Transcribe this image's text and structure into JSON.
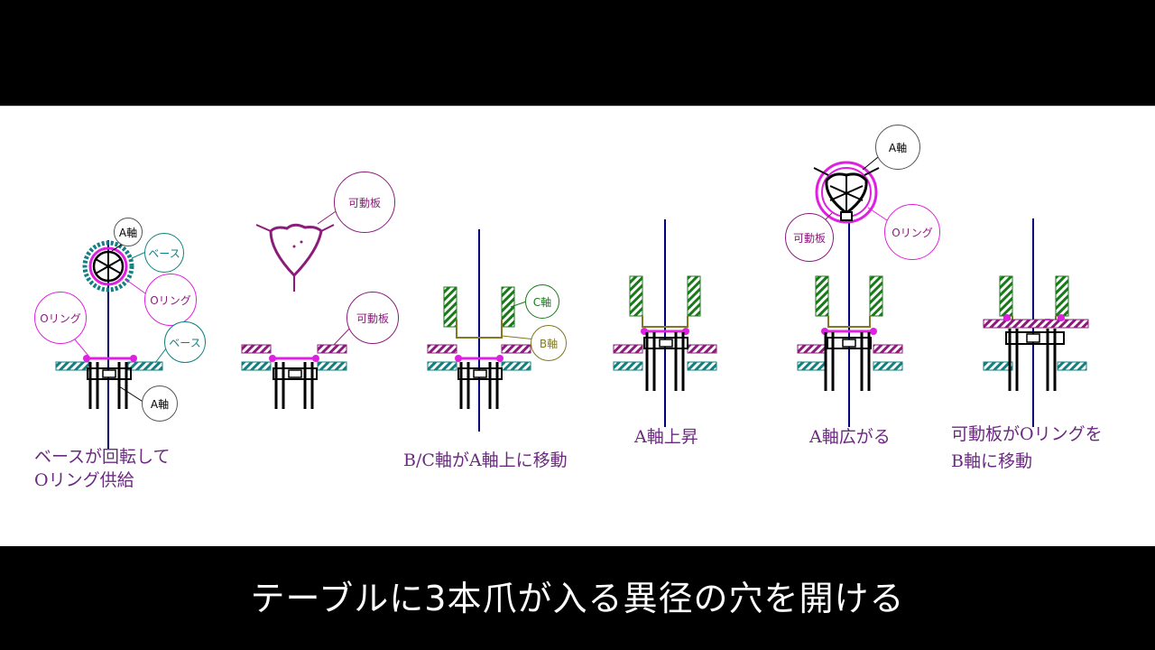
{
  "subtitle": "テーブルに3本爪が入る異径の穴を開ける",
  "colors": {
    "shaft": "#000080",
    "base_hatch": "#128080",
    "plate_hatch": "#8b1c7a",
    "claw_hatch": "#1a7a1a",
    "oring": "#e020e0",
    "bracket": "#807a20"
  },
  "steps": [
    {
      "caption_lines": [
        "ベースが回転して",
        "Oリング供給"
      ]
    },
    {
      "caption_lines": []
    },
    {
      "caption_lines": [
        "B/C軸がA軸上に移動"
      ]
    },
    {
      "caption_lines": [
        "A軸上昇"
      ]
    },
    {
      "caption_lines": [
        "A軸広がる"
      ]
    },
    {
      "caption_lines": [
        "可動板がOリングを",
        "B軸に移動"
      ]
    }
  ],
  "callouts": {
    "s1_a_top": "A軸",
    "s1_base_top": "ベース",
    "s1_oring_right": "Oリング",
    "s1_oring_left": "Oリング",
    "s1_base_right": "ベース",
    "s1_a_bottom": "A軸",
    "s2_plate_top": "可動板",
    "s2_plate_side": "可動板",
    "s3_c": "C軸",
    "s3_b": "B軸",
    "s5_a": "A軸",
    "s5_plate": "可動板",
    "s5_oring": "Oリング"
  }
}
